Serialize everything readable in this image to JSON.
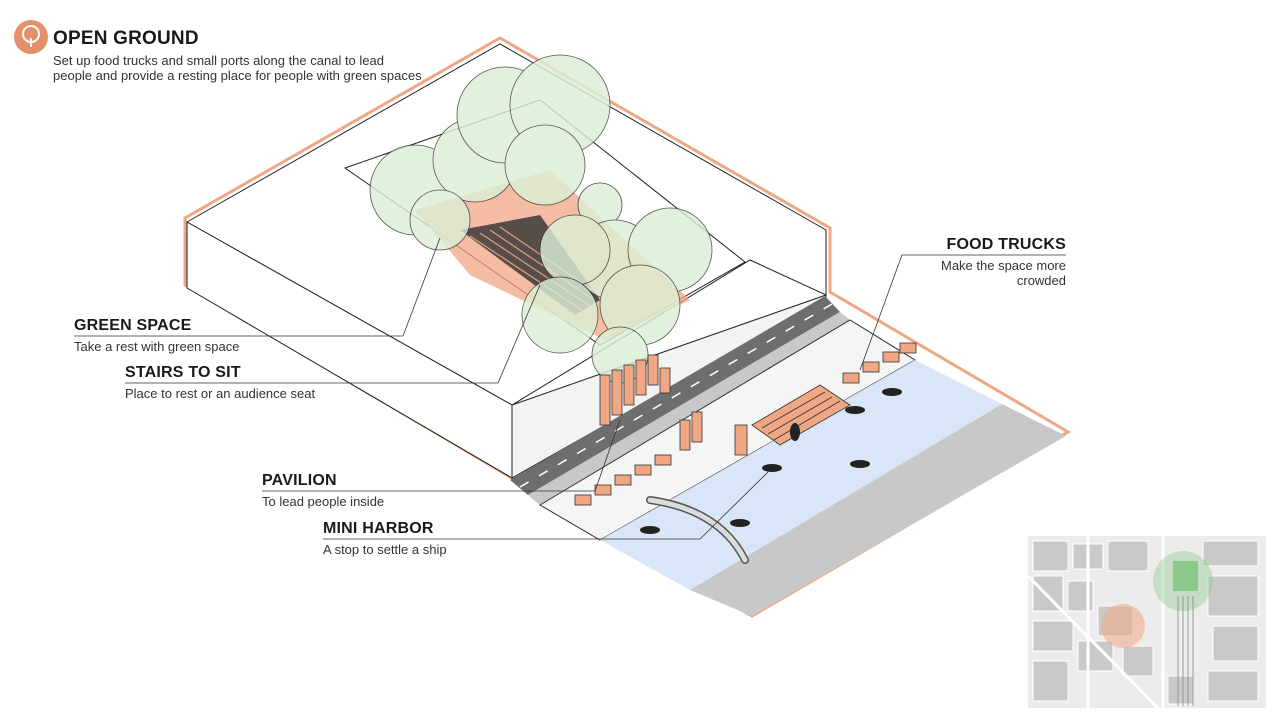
{
  "header": {
    "icon": "tree-icon",
    "title": "OPEN GROUND",
    "description": "Set up food trucks and small ports along the canal to lead people and provide a resting place for people with green spaces"
  },
  "callouts": {
    "green_space": {
      "title": "GREEN SPACE",
      "description": "Take a rest with green space"
    },
    "stairs_to_sit": {
      "title": "STAIRS TO SIT",
      "description": "Place to rest or an audience seat"
    },
    "pavilion": {
      "title": "PAVILION",
      "description": "To lead people inside"
    },
    "mini_harbor": {
      "title": "MINI HARBOR",
      "description": "A stop to settle a ship"
    },
    "food_trucks": {
      "title": "FOOD TRUCKS",
      "description": "Make the space more crowded"
    }
  },
  "colors": {
    "accent": "#e4916a",
    "salmon": "#f0a784",
    "water": "#d8e6f8",
    "tree_fill": "#dcefd6",
    "road": "#6e6e6e",
    "embankment": "#c8c8c8",
    "map_building": "#c9c9c9",
    "map_park": "#8cc98a"
  },
  "minimap": {
    "icon": "location-map"
  }
}
